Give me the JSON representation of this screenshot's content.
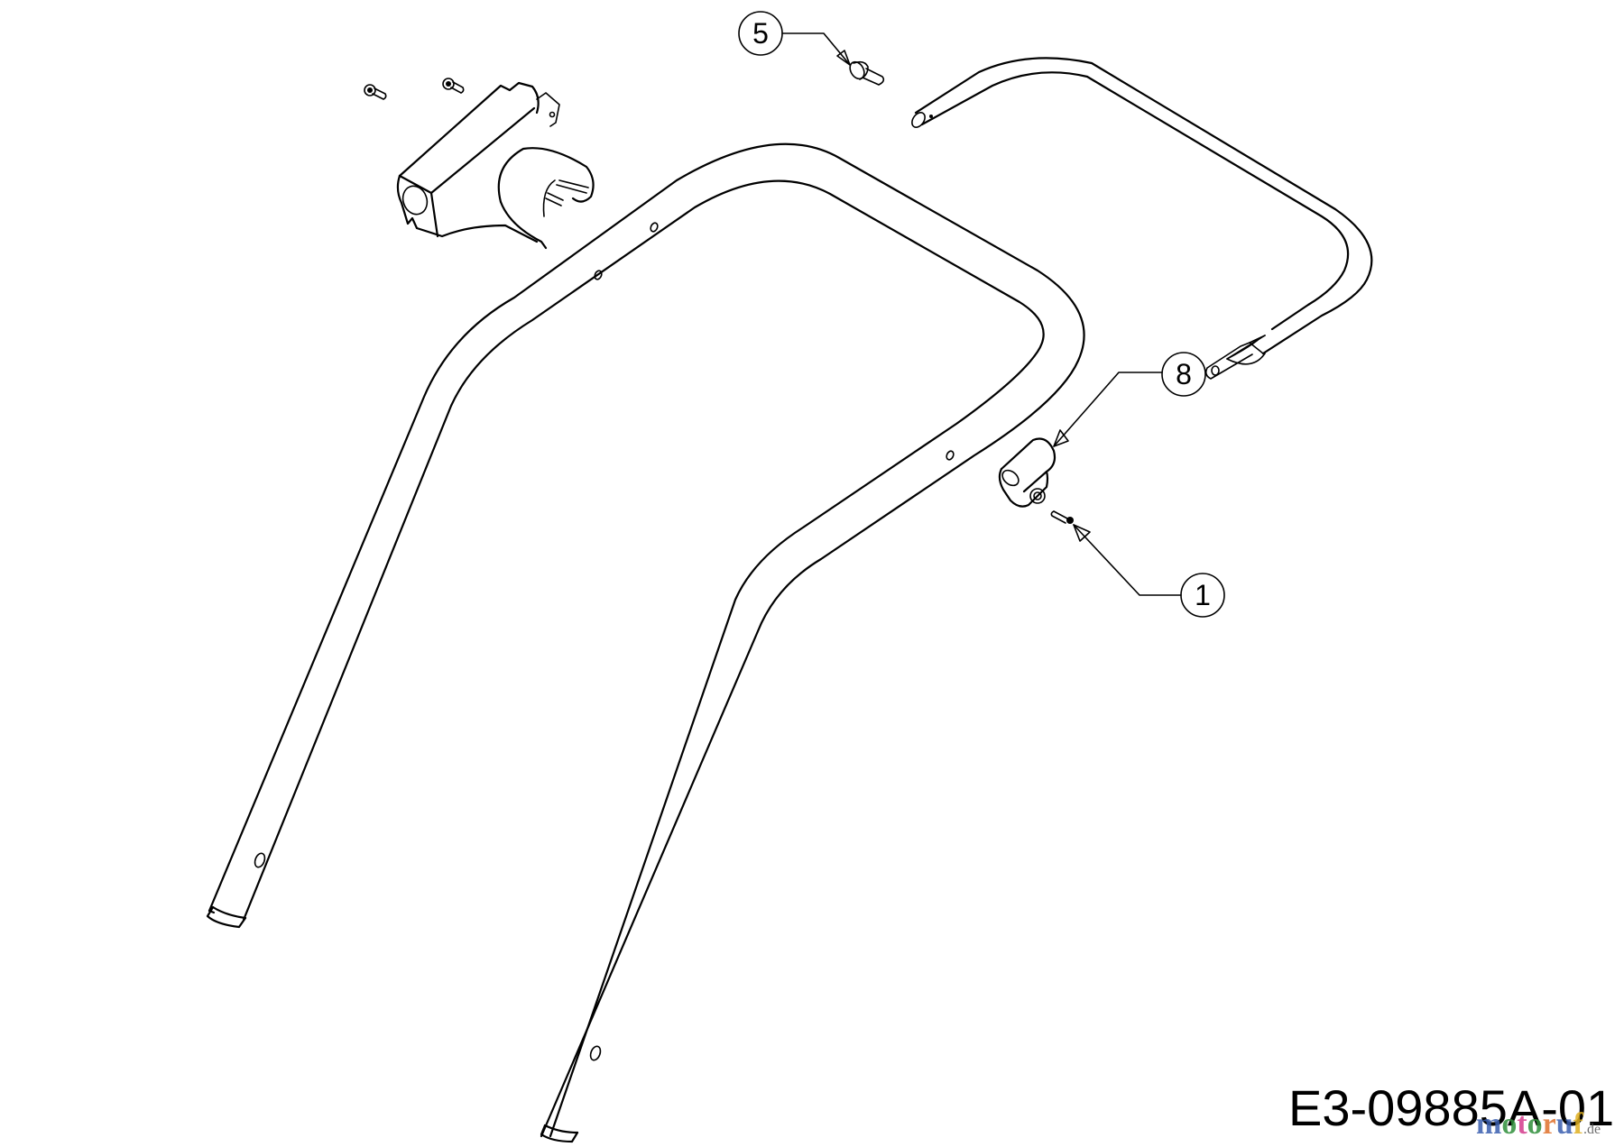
{
  "diagram": {
    "type": "exploded parts diagram",
    "subject": "lawn mower upper handle assembly",
    "drawing_id": "E3-09885A-01",
    "callouts": [
      {
        "number": "5",
        "part": "handle pin / bolt"
      },
      {
        "number": "8",
        "part": "handle clamp"
      },
      {
        "number": "1",
        "part": "screw"
      }
    ]
  },
  "watermark": {
    "letters": [
      "m",
      "o",
      "t",
      "o",
      "r",
      "u",
      "f"
    ],
    "colors": [
      "#3a5fb0",
      "#2f8f3a",
      "#d43c8c",
      "#2f8f3a",
      "#e0702a",
      "#3a5fb0",
      "#e0b020"
    ],
    "suffix": ".de"
  }
}
